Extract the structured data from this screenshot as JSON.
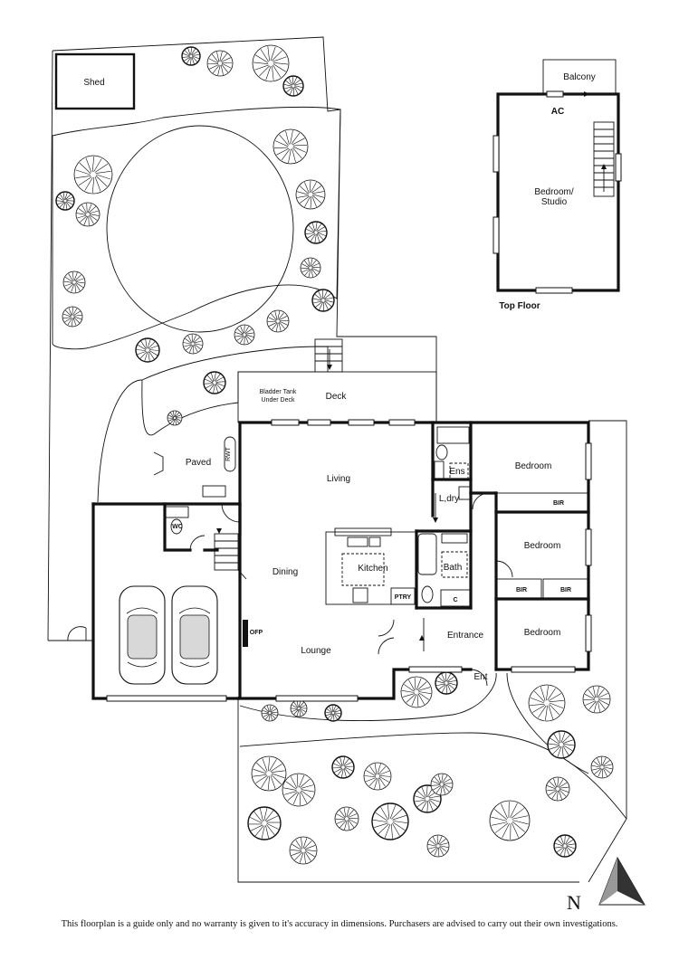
{
  "rooms": {
    "shed": "Shed",
    "balcony": "Balcony",
    "ac": "AC",
    "bedroom_studio_line1": "Bedroom/",
    "bedroom_studio_line2": "Studio",
    "top_floor": "Top Floor",
    "bladder_line1": "Bladder Tank",
    "bladder_line2": "Under Deck",
    "deck": "Deck",
    "paved": "Paved",
    "rwt": "RWT",
    "living": "Living",
    "ens": "Ens",
    "laundry": "L,dry",
    "bedroom_1": "Bedroom",
    "bir_1": "BIR",
    "wc": "WC",
    "dining": "Dining",
    "kitchen": "Kitchen",
    "bath": "Bath",
    "bedroom_2": "Bedroom",
    "bir_2": "BIR",
    "bir_3": "BIR",
    "ptry": "PTRY",
    "c": "C",
    "ofp": "OFP",
    "entrance": "Entrance",
    "bedroom_3": "Bedroom",
    "lounge": "Lounge",
    "ent": "Ent"
  },
  "compass": {
    "label": "N"
  },
  "footer": {
    "disclaimer": "This floorplan is a guide only and no warranty is given to it's accuracy in dimensions. Purchasers are advised to carry out their own investigations."
  }
}
